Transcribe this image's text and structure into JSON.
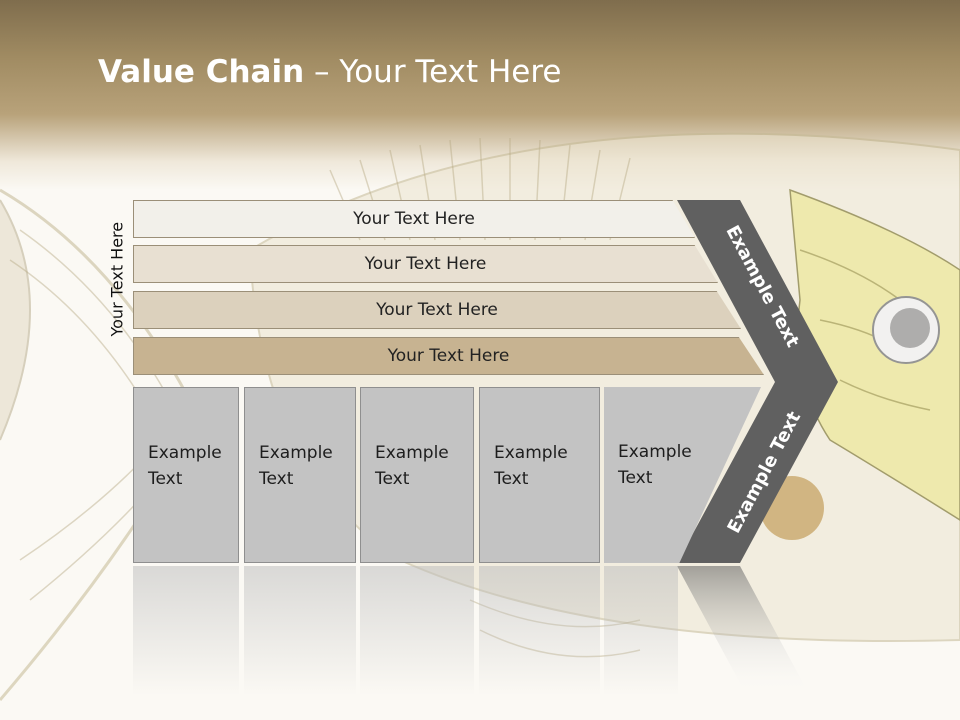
{
  "slide": {
    "title_bold": "Value Chain",
    "title_rest": " – Your Text Here",
    "side_label": "Your Text Here"
  },
  "bars": [
    {
      "label": "Your Text Here",
      "color": "#f2f0ea"
    },
    {
      "label": "Your Text Here",
      "color": "#e8e0d2"
    },
    {
      "label": "Your Text Here",
      "color": "#dcd1bd"
    },
    {
      "label": "Your Text Here",
      "color": "#c7b391"
    }
  ],
  "boxes": [
    {
      "line1": "Example",
      "line2": "Text"
    },
    {
      "line1": "Example",
      "line2": "Text"
    },
    {
      "line1": "Example",
      "line2": "Text"
    },
    {
      "line1": "Example",
      "line2": "Text"
    },
    {
      "line1": "Example",
      "line2": "Text"
    }
  ],
  "chevron": {
    "upper_label": "Example Text",
    "lower_label": "Example Text",
    "color": "#606060"
  }
}
